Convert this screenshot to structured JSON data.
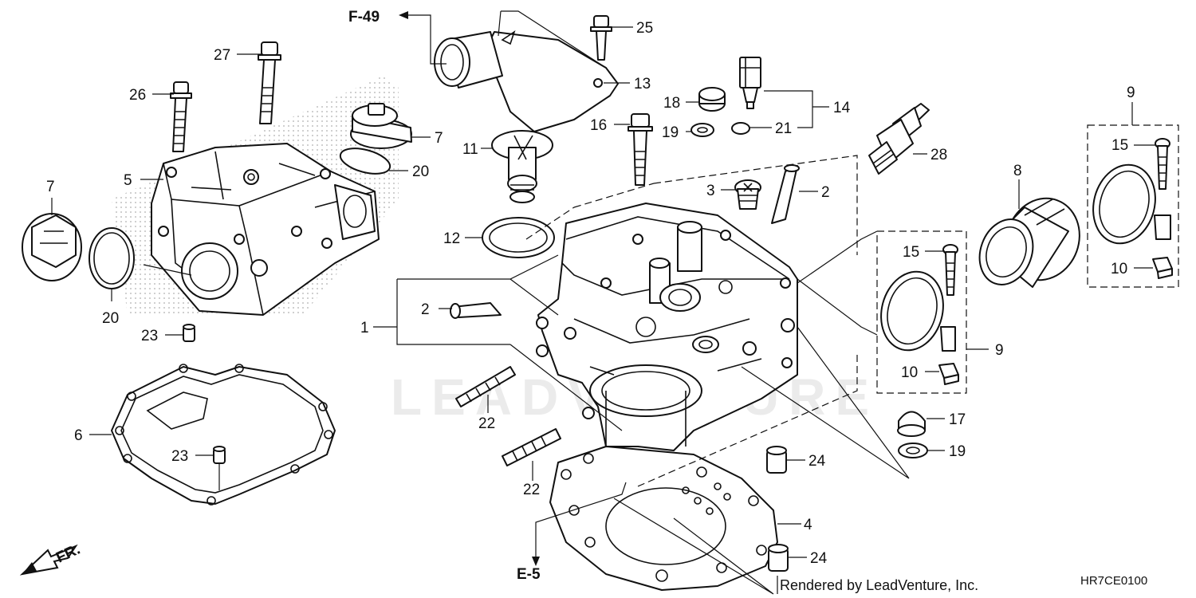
{
  "diagram": {
    "callouts": [
      {
        "id": "c1",
        "text": "1"
      },
      {
        "id": "c2a",
        "text": "2"
      },
      {
        "id": "c2b",
        "text": "2"
      },
      {
        "id": "c3",
        "text": "3"
      },
      {
        "id": "c4",
        "text": "4"
      },
      {
        "id": "c5",
        "text": "5"
      },
      {
        "id": "c6",
        "text": "6"
      },
      {
        "id": "c7a",
        "text": "7"
      },
      {
        "id": "c7b",
        "text": "7"
      },
      {
        "id": "c8",
        "text": "8"
      },
      {
        "id": "c9a",
        "text": "9"
      },
      {
        "id": "c9b",
        "text": "9"
      },
      {
        "id": "c10a",
        "text": "10"
      },
      {
        "id": "c10b",
        "text": "10"
      },
      {
        "id": "c11",
        "text": "11"
      },
      {
        "id": "c12",
        "text": "12"
      },
      {
        "id": "c13",
        "text": "13"
      },
      {
        "id": "c14",
        "text": "14"
      },
      {
        "id": "c15a",
        "text": "15"
      },
      {
        "id": "c15b",
        "text": "15"
      },
      {
        "id": "c16",
        "text": "16"
      },
      {
        "id": "c17",
        "text": "17"
      },
      {
        "id": "c18",
        "text": "18"
      },
      {
        "id": "c19a",
        "text": "19"
      },
      {
        "id": "c19b",
        "text": "19"
      },
      {
        "id": "c20a",
        "text": "20"
      },
      {
        "id": "c20b",
        "text": "20"
      },
      {
        "id": "c21",
        "text": "21"
      },
      {
        "id": "c22a",
        "text": "22"
      },
      {
        "id": "c22b",
        "text": "22"
      },
      {
        "id": "c23a",
        "text": "23"
      },
      {
        "id": "c23b",
        "text": "23"
      },
      {
        "id": "c24a",
        "text": "24"
      },
      {
        "id": "c24b",
        "text": "24"
      },
      {
        "id": "c25",
        "text": "25"
      },
      {
        "id": "c26",
        "text": "26"
      },
      {
        "id": "c27",
        "text": "27"
      },
      {
        "id": "c28",
        "text": "28"
      }
    ],
    "references": {
      "f49": "F-49",
      "e5": "E-5"
    },
    "front_marker": "FR.",
    "footer": "Rendered by LeadVenture, Inc.",
    "diagram_code": "HR7CE0100",
    "watermark": "LEADVENTURE"
  }
}
